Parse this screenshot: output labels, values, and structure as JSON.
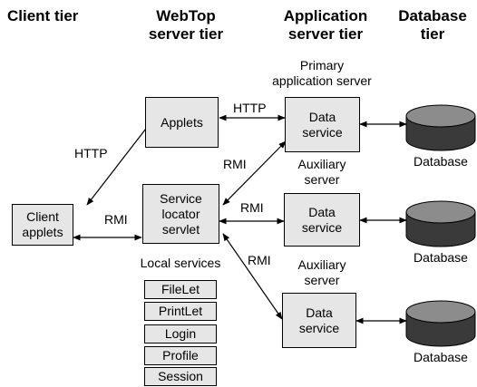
{
  "headers": {
    "client": "Client tier",
    "webtop": "WebTop\nserver tier",
    "app": "Application\nserver tier",
    "db": "Database\ntier"
  },
  "boxes": {
    "client_applets": "Client\napplets",
    "applets": "Applets",
    "service_locator": "Service\nlocator\nservlet",
    "data_service_1": "Data\nservice",
    "data_service_2": "Data\nservice",
    "data_service_3": "Data\nservice"
  },
  "labels": {
    "primary_server": "Primary\napplication server",
    "aux_server_1": "Auxiliary\nserver",
    "aux_server_2": "Auxiliary\nserver",
    "local_services": "Local services",
    "database_1": "Database",
    "database_2": "Database",
    "database_3": "Database"
  },
  "connections": {
    "http_client": "HTTP",
    "http_applets": "HTTP",
    "rmi_client": "RMI",
    "rmi_primary": "RMI",
    "rmi_aux1": "RMI",
    "rmi_aux2": "RMI"
  },
  "local_services": [
    "FileLet",
    "PrintLet",
    "Login",
    "Profile",
    "Session"
  ]
}
